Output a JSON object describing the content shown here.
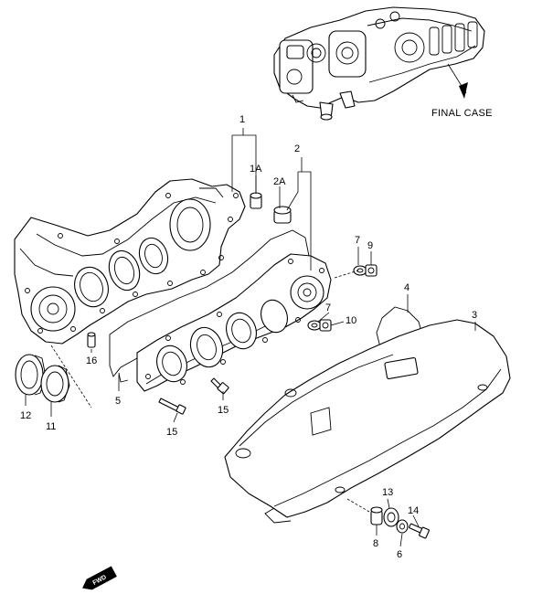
{
  "labels": {
    "final_case": "FINAL CASE",
    "p1": "1",
    "p1a": "1A",
    "p2": "2",
    "p2a": "2A",
    "p3": "3",
    "p4": "4",
    "p5": "5",
    "p6": "6",
    "p7a": "7",
    "p7b": "7",
    "p8": "8",
    "p9": "9",
    "p10": "10",
    "p11": "11",
    "p12": "12",
    "p13": "13",
    "p14": "14",
    "p15a": "15",
    "p15b": "15",
    "p16": "16",
    "fwd": "FWD"
  }
}
